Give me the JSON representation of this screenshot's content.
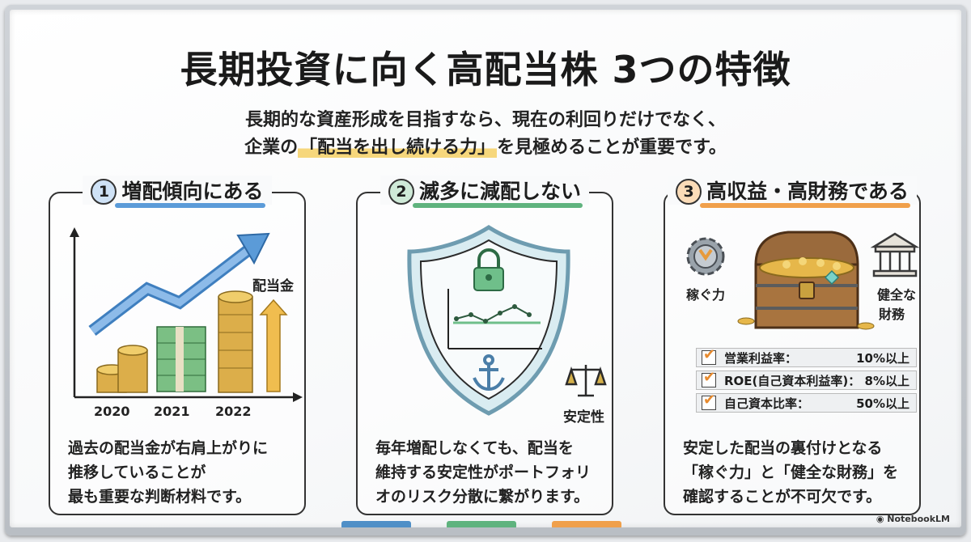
{
  "title": "長期投資に向く高配当株 3つの特徴",
  "subtitle": {
    "line1": "長期的な資産形成を目指すなら、現在の利回りだけでなく、",
    "line2_pre": "企業の",
    "line2_mark": "「配当を出し続ける力」",
    "line2_post": "を見極めることが重要です。"
  },
  "cards": [
    {
      "number": "1",
      "heading": "増配傾向にある",
      "accent": "#5b9bd8",
      "chart_label": "配当金",
      "years": [
        "2020",
        "2021",
        "2022"
      ],
      "text": [
        "過去の配当金が右肩上がりに",
        "推移していることが",
        "最も重要な判断材料です。"
      ]
    },
    {
      "number": "2",
      "heading": "滅多に減配しない",
      "accent": "#5fb37e",
      "icon_label": "安定性",
      "text": [
        "毎年増配しなくても、配当を",
        "維持する安定性がポートフォリ",
        "オのリスク分散に繋がります。"
      ]
    },
    {
      "number": "3",
      "heading": "高収益・高財務である",
      "accent": "#f0a04b",
      "left_label": "稼ぐ力",
      "right_label_1": "健全な",
      "right_label_2": "財務",
      "metrics": [
        {
          "label": "営業利益率：",
          "value": "10%以上"
        },
        {
          "label": "ROE(自己資本利益率)：",
          "value": "8%以上"
        },
        {
          "label": "自己資本比率：",
          "value": "50%以上"
        }
      ],
      "text": [
        "安定した配当の裏付けとなる",
        "「稼ぐ力」と「健全な財務」を",
        "確認することが不可欠です。"
      ]
    }
  ],
  "brand": "NotebookLM",
  "colors": {
    "blue": "#5b9bd8",
    "green": "#5fb37e",
    "orange": "#f0a04b",
    "gold": "#e3b04b"
  }
}
